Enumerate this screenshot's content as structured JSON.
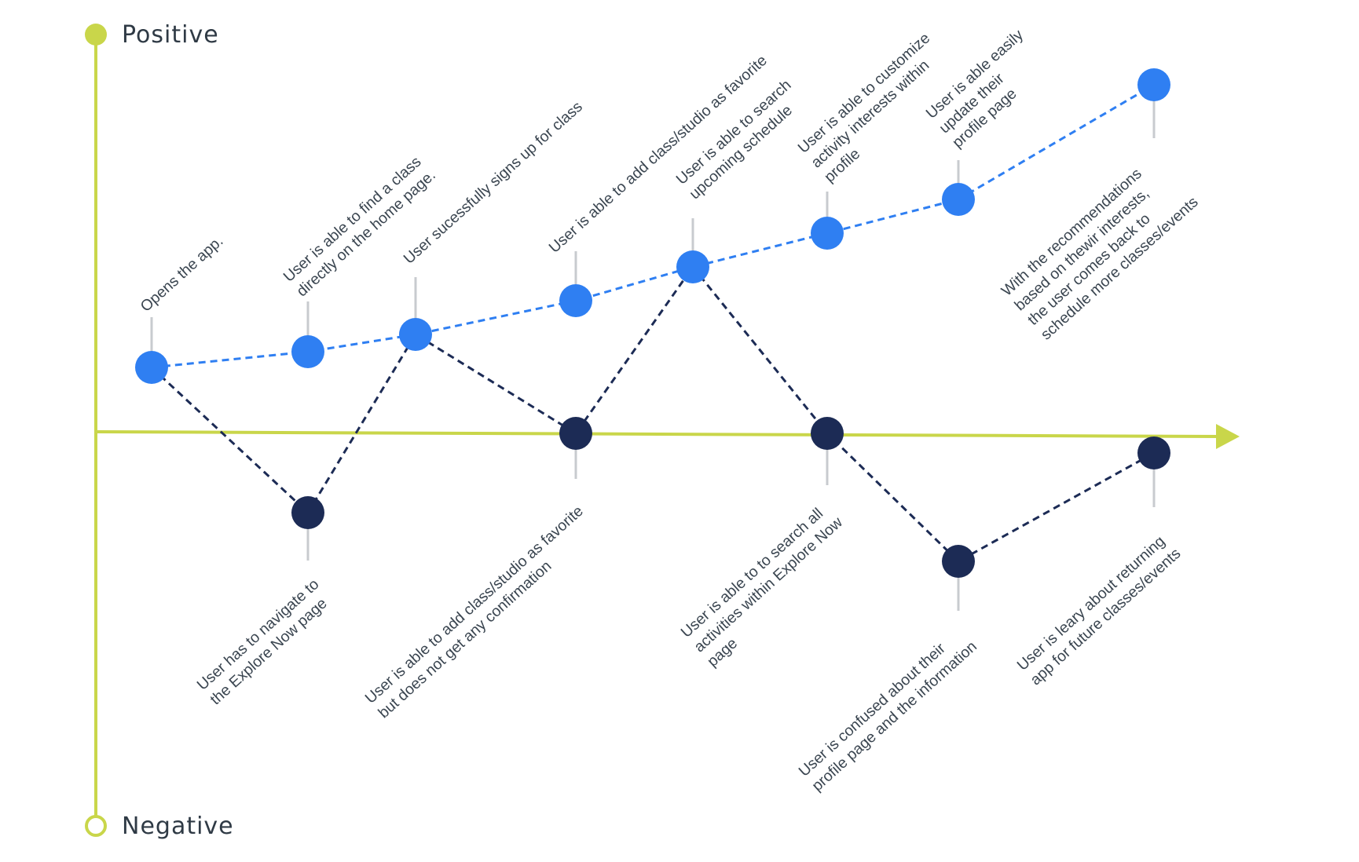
{
  "axis": {
    "positive_label": "Positive",
    "negative_label": "Negative",
    "axis_color": "#c9d64a"
  },
  "colors": {
    "positive_journey": "#2f7ff2",
    "negative_journey": "#1c2b55",
    "connector": "#c8cbcf",
    "text": "#3a4550"
  },
  "positive_path": {
    "steps": [
      {
        "lines": [
          "Opens the app."
        ]
      },
      {
        "lines": [
          "User is able to find a class",
          "directly on the home page."
        ]
      },
      {
        "lines": [
          "User sucessfully signs up for class"
        ]
      },
      {
        "lines": [
          "User is able to add class/studio as favorite"
        ]
      },
      {
        "lines": [
          "User is able to search",
          "upcoming schedule"
        ]
      },
      {
        "lines": [
          "User is able to customize",
          "activity interests within",
          "profile"
        ]
      },
      {
        "lines": [
          "User is able easily",
          "update  their",
          "profile page"
        ]
      },
      {
        "lines": [
          "With the recommendations",
          "based on thewir interests,",
          "the user comes back to",
          "schedule more classes/events"
        ]
      }
    ]
  },
  "negative_path": {
    "steps": [
      {
        "lines": [
          "User has to navigate to",
          "the Explore Now page"
        ]
      },
      {
        "lines": [
          "User is able to add class/studio as favorite",
          "but does not get any confirmation"
        ]
      },
      {
        "lines": [
          "User is able to to search all",
          "activities within Explore Now",
          "page"
        ]
      },
      {
        "lines": [
          "User is confused about their",
          "profile page and the information"
        ]
      },
      {
        "lines": [
          "User is leary about returning",
          "app for future classes/events"
        ]
      }
    ]
  }
}
